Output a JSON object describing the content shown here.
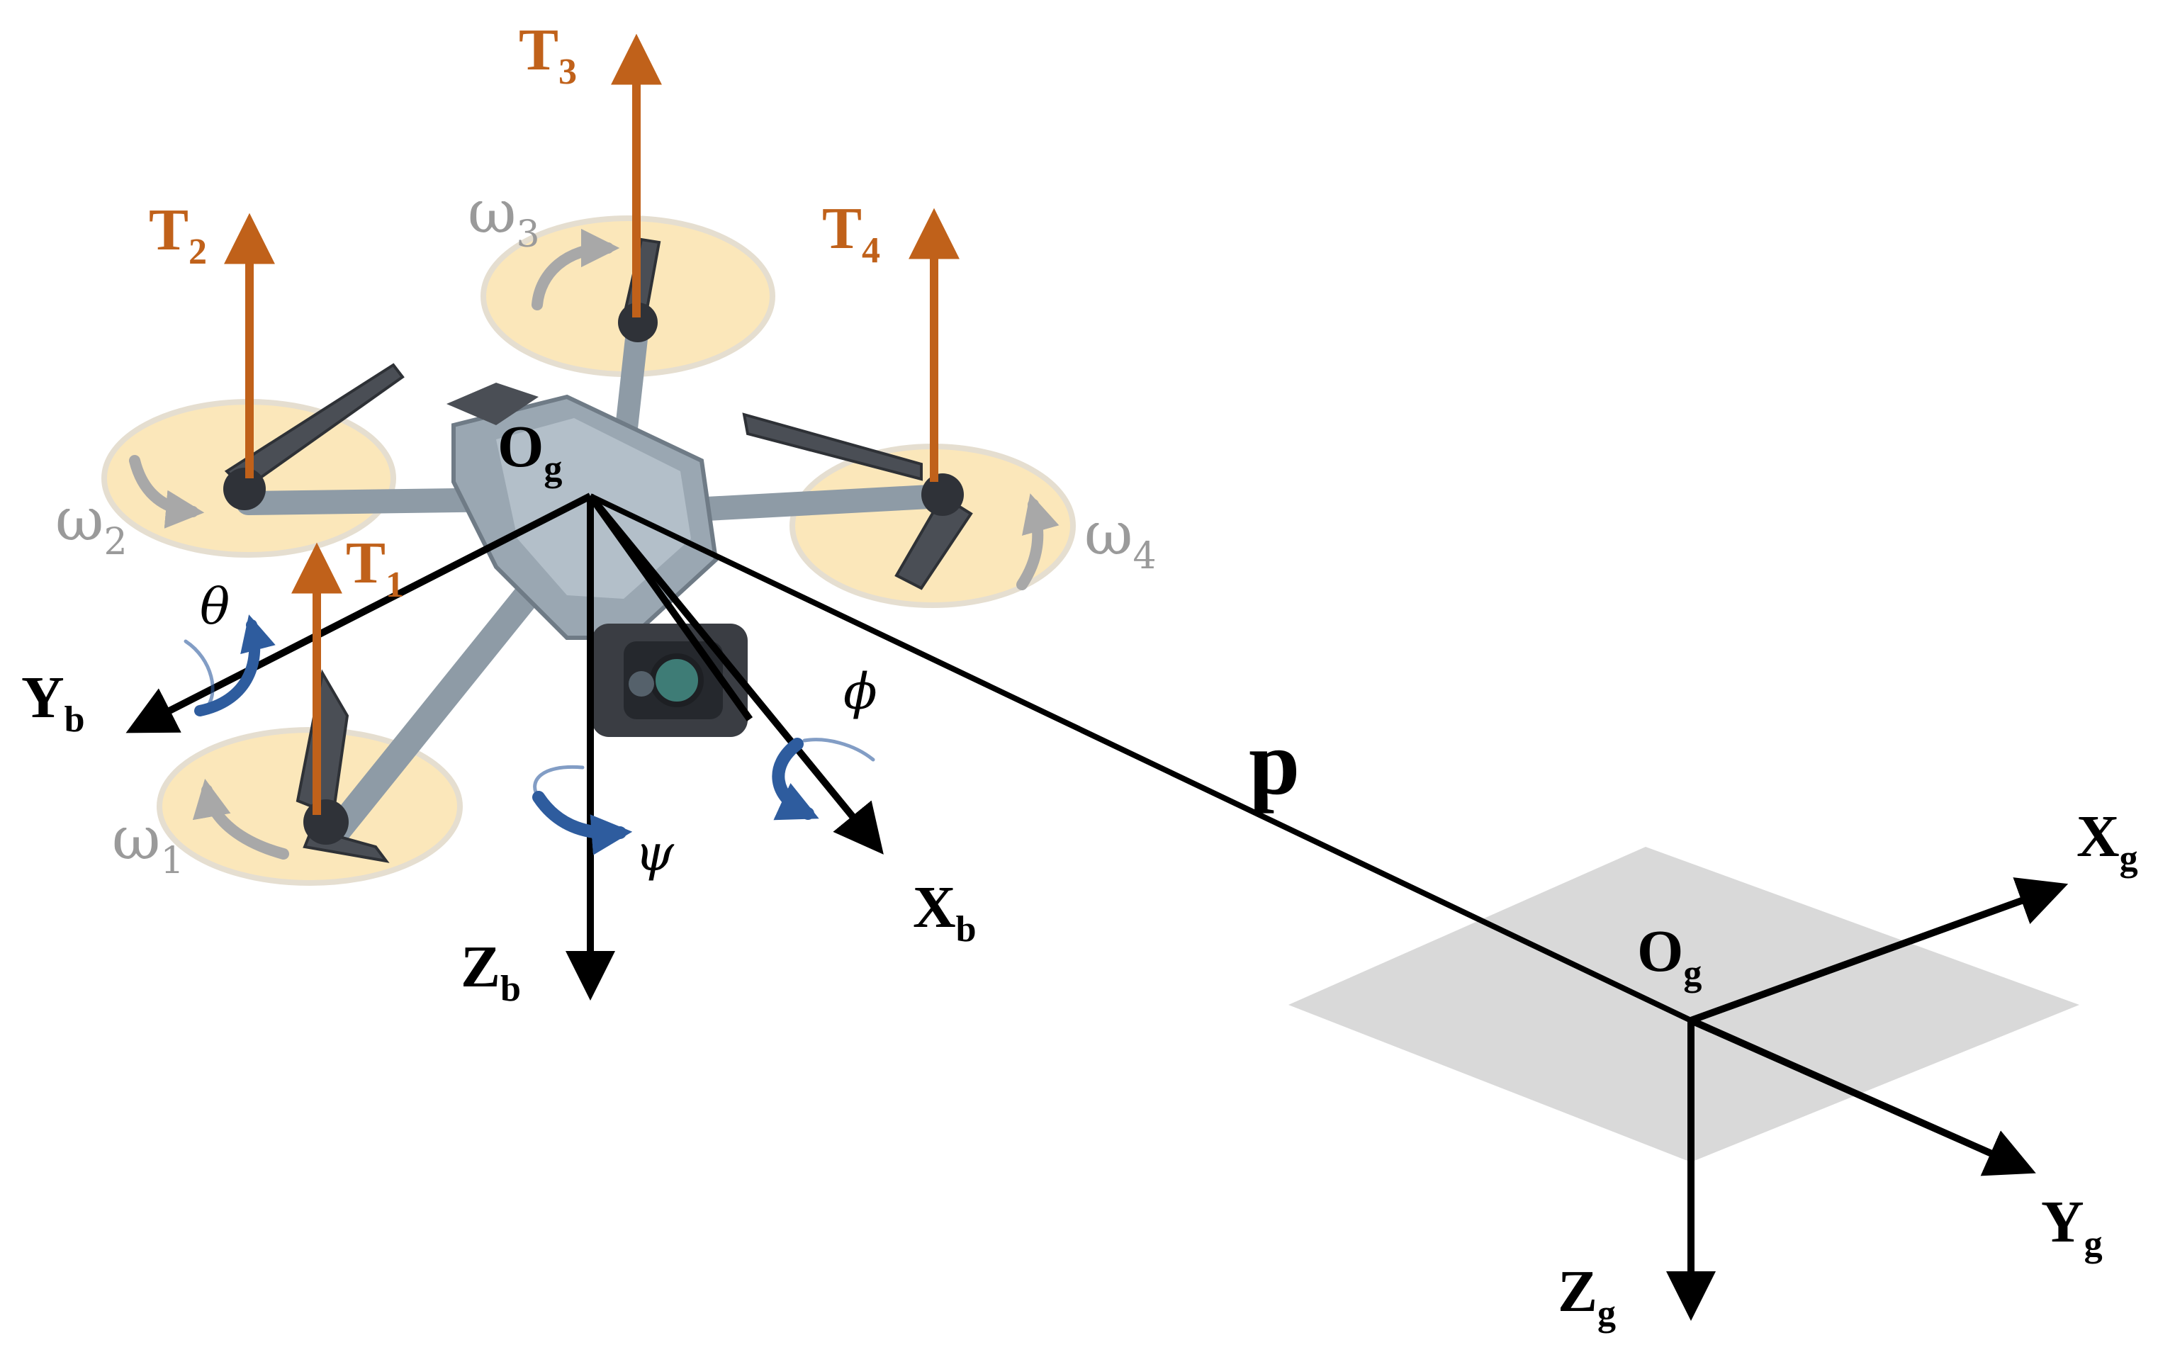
{
  "labels": {
    "body_origin": {
      "main": "O",
      "sub": "g"
    },
    "ground_origin": {
      "main": "O",
      "sub": "g"
    },
    "body_x": {
      "main": "X",
      "sub": "b"
    },
    "body_y": {
      "main": "Y",
      "sub": "b"
    },
    "body_z": {
      "main": "Z",
      "sub": "b"
    },
    "ground_x": {
      "main": "X",
      "sub": "g"
    },
    "ground_y": {
      "main": "Y",
      "sub": "g"
    },
    "ground_z": {
      "main": "Z",
      "sub": "g"
    },
    "position": "p",
    "roll": "ϕ",
    "pitch": "θ",
    "yaw": "ψ"
  },
  "thrusts": [
    {
      "main": "T",
      "sub": "1"
    },
    {
      "main": "T",
      "sub": "2"
    },
    {
      "main": "T",
      "sub": "3"
    },
    {
      "main": "T",
      "sub": "4"
    }
  ],
  "rotor_speeds": [
    {
      "main": "ω",
      "sub": "1"
    },
    {
      "main": "ω",
      "sub": "2"
    },
    {
      "main": "ω",
      "sub": "3"
    },
    {
      "main": "ω",
      "sub": "4"
    }
  ],
  "colors": {
    "thrust": "#C0611A",
    "rotation": "#2E5C9E",
    "rotor_disk": "#FBE7BA",
    "rotor_disk_edge": "#E5DED0",
    "omega_text": "#9A9A9A",
    "ground_plane": "#D9D9D9",
    "drone_body": "#8E9BA6",
    "axis": "#000000"
  },
  "icons": {
    "drone": "quadcopter-photo"
  }
}
